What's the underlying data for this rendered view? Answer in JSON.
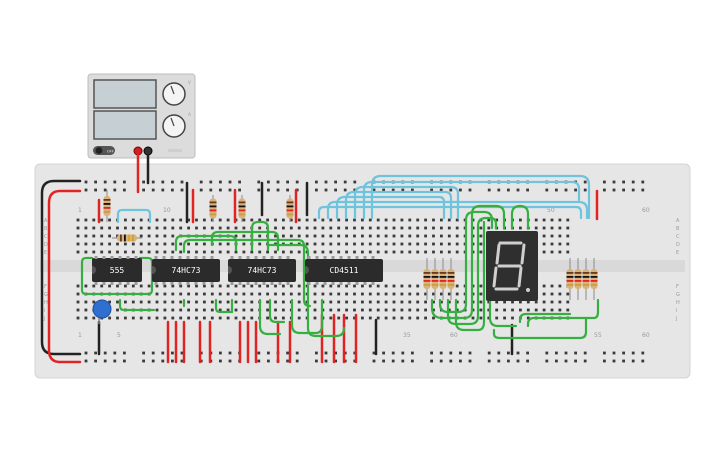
{
  "power_supply": {
    "button_label": "OFF",
    "knob_labels": [
      "V",
      "A"
    ]
  },
  "chips": [
    {
      "label": "555"
    },
    {
      "label": "74HC73"
    },
    {
      "label": "74HC73"
    },
    {
      "label": "CD4511"
    }
  ],
  "breadboard": {
    "column_labels_top": [
      "1",
      "10",
      "50",
      "60"
    ],
    "column_labels_bottom": [
      "1",
      "5",
      "35",
      "60",
      "55",
      "60"
    ],
    "row_labels_left": [
      "A",
      "B",
      "C",
      "D",
      "E",
      "F",
      "G",
      "H",
      "I",
      "J"
    ],
    "row_labels_right": [
      "A",
      "B",
      "C",
      "D",
      "E",
      "F",
      "G",
      "H",
      "I",
      "J"
    ]
  },
  "display": {
    "digit": "8"
  },
  "colors": {
    "board": "#e6e6e6",
    "hole": "#3a3a3a",
    "wire_red": "#e02424",
    "wire_black": "#222222",
    "wire_green": "#35b040",
    "wire_blue": "#6ec3dd",
    "chip": "#2b2b2b",
    "display_body": "#2f2f2f",
    "capacitor": "#2f6fcf"
  }
}
